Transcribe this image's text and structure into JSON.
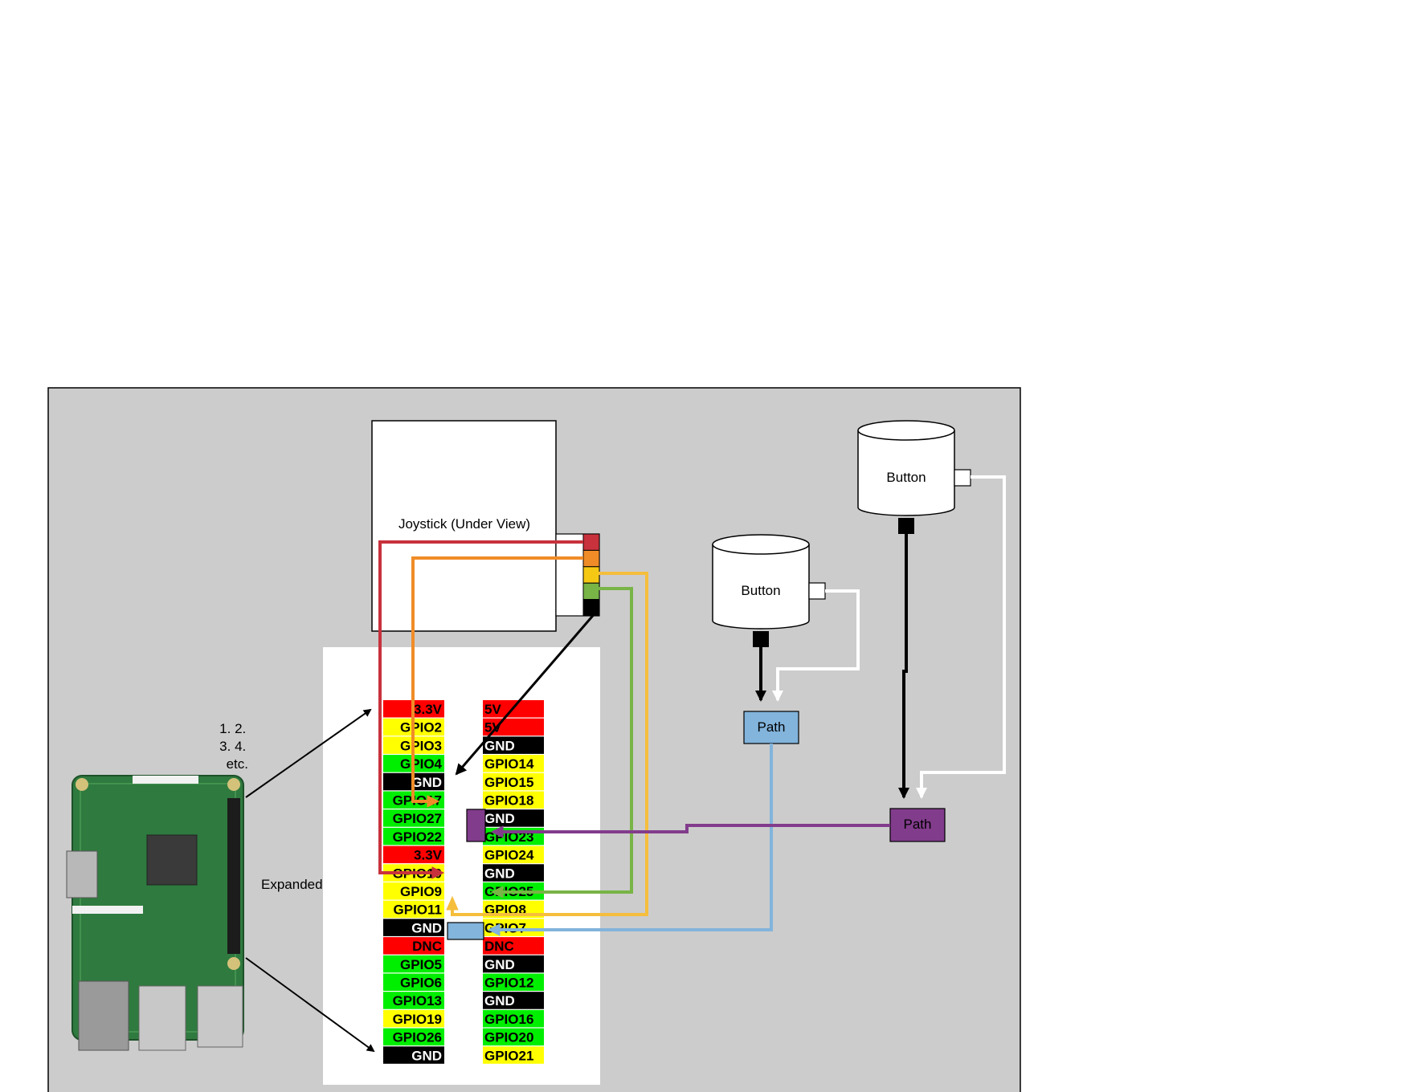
{
  "colors": {
    "canvas_bg": "#cccccc",
    "pin_red": "#ff0000",
    "pin_yellow": "#ffff00",
    "pin_green": "#00ee00",
    "pin_black": "#000000",
    "wire_red": "#c8323c",
    "wire_orange": "#f08c28",
    "wire_yellow": "#f5be3c",
    "wire_green": "#78b446",
    "wire_blue": "#82b4dc",
    "wire_purple": "#823c8c",
    "path_blue": "#82b4dc",
    "path_purple": "#823c8c"
  },
  "joystick": {
    "label": "Joystick (Under View)",
    "pin_colors": [
      "#c8323c",
      "#f08c28",
      "#f5c814",
      "#78b446",
      "#000000"
    ]
  },
  "buttons": [
    {
      "label": "Button"
    },
    {
      "label": "Button"
    }
  ],
  "paths": [
    {
      "label": "Path",
      "color": "#82b4dc"
    },
    {
      "label": "Path",
      "color": "#823c8c"
    }
  ],
  "pi": {
    "numbering_note": "1. 2.\n3. 4.\netc.",
    "expanded_label": "Expanded"
  },
  "gpio_header": {
    "left": [
      {
        "label": "3.3V",
        "color": "red"
      },
      {
        "label": "GPIO2",
        "color": "yellow"
      },
      {
        "label": "GPIO3",
        "color": "yellow"
      },
      {
        "label": "GPIO4",
        "color": "green"
      },
      {
        "label": "GND",
        "color": "black"
      },
      {
        "label": "GPIO17",
        "color": "green"
      },
      {
        "label": "GPIO27",
        "color": "green"
      },
      {
        "label": "GPIO22",
        "color": "green"
      },
      {
        "label": "3.3V",
        "color": "red"
      },
      {
        "label": "GPIO10",
        "color": "yellow"
      },
      {
        "label": "GPIO9",
        "color": "yellow"
      },
      {
        "label": "GPIO11",
        "color": "yellow"
      },
      {
        "label": "GND",
        "color": "black"
      },
      {
        "label": "DNC",
        "color": "red"
      },
      {
        "label": "GPIO5",
        "color": "green"
      },
      {
        "label": "GPIO6",
        "color": "green"
      },
      {
        "label": "GPIO13",
        "color": "green"
      },
      {
        "label": "GPIO19",
        "color": "yellow"
      },
      {
        "label": "GPIO26",
        "color": "green"
      },
      {
        "label": "GND",
        "color": "black"
      }
    ],
    "right": [
      {
        "label": "5V",
        "color": "red"
      },
      {
        "label": "5V",
        "color": "red"
      },
      {
        "label": "GND",
        "color": "black"
      },
      {
        "label": "GPIO14",
        "color": "yellow"
      },
      {
        "label": "GPIO15",
        "color": "yellow"
      },
      {
        "label": "GPIO18",
        "color": "yellow"
      },
      {
        "label": "GND",
        "color": "black"
      },
      {
        "label": "GPIO23",
        "color": "green"
      },
      {
        "label": "GPIO24",
        "color": "yellow"
      },
      {
        "label": "GND",
        "color": "black"
      },
      {
        "label": "GPIO25",
        "color": "green"
      },
      {
        "label": "GPIO8",
        "color": "yellow"
      },
      {
        "label": "GPIO7",
        "color": "yellow"
      },
      {
        "label": "DNC",
        "color": "red"
      },
      {
        "label": "GND",
        "color": "black"
      },
      {
        "label": "GPIO12",
        "color": "green"
      },
      {
        "label": "GND",
        "color": "black"
      },
      {
        "label": "GPIO16",
        "color": "green"
      },
      {
        "label": "GPIO20",
        "color": "green"
      },
      {
        "label": "GPIO21",
        "color": "yellow"
      }
    ]
  }
}
